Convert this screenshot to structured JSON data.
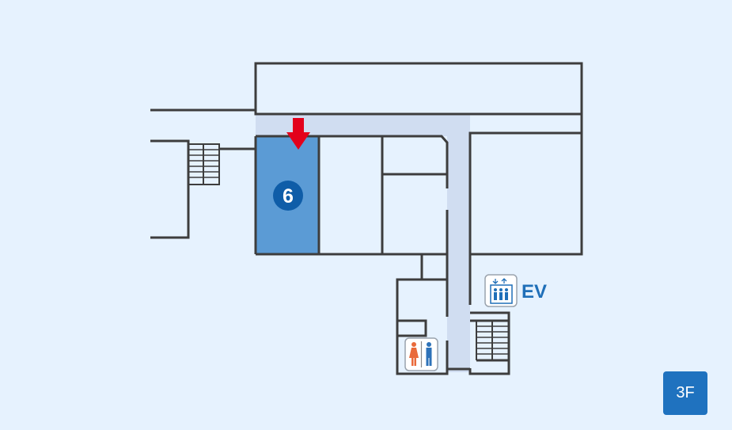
{
  "map": {
    "room_number": "6",
    "elevator_label": "EV",
    "icons": {
      "arrow": "down-arrow-icon",
      "elevator": "elevator-icon",
      "restroom": "restroom-icon",
      "stairs": "stairs-icon"
    },
    "colors": {
      "background": "#e6f2fe",
      "corridor": "#d0ddf1",
      "highlight_room": "#5b9bd5",
      "walls": "#3d3d3d",
      "marker": "#0f5da8",
      "arrow": "#e3001b",
      "female": "#e96a3b",
      "male": "#2e72b8",
      "floor_badge": "#1f72bf"
    }
  },
  "floor_badge": {
    "label": "3F"
  }
}
